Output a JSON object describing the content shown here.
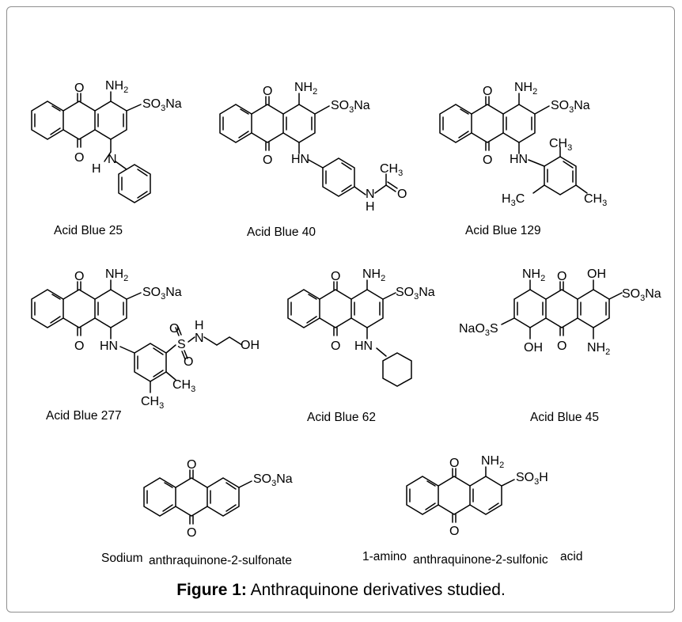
{
  "figure": {
    "caption_label": "Figure 1:",
    "caption_text": "Anthraquinone derivatives studied."
  },
  "compounds": [
    {
      "name": "Acid Blue 25",
      "atoms": {
        "o_top": "O",
        "o_bot": "O",
        "nh2": "NH2",
        "so3": "SO3Na",
        "h": "H",
        "n": "N"
      }
    },
    {
      "name": "Acid Blue 40",
      "atoms": {
        "o_top": "O",
        "o_bot": "O",
        "nh2": "NH2",
        "so3": "SO3Na",
        "hn": "HN",
        "ch3": "CH3",
        "nh": "N",
        "h": "H",
        "o": "O"
      }
    },
    {
      "name": "Acid Blue 129",
      "atoms": {
        "o_top": "O",
        "o_bot": "O",
        "nh2": "NH2",
        "so3": "SO3Na",
        "hn": "HN",
        "ch3_a": "CH3",
        "ch3_b": "H3C",
        "ch3_c": "CH3"
      }
    },
    {
      "name": "Acid Blue 277",
      "atoms": {
        "o_top": "O",
        "o_bot": "O",
        "nh2": "NH2",
        "so3": "SO3Na",
        "hn": "HN",
        "o1": "O",
        "s": "S",
        "o2": "O",
        "h": "H",
        "n": "N",
        "oh": "OH",
        "ch3_a": "CH3",
        "ch3_b": "CH3"
      }
    },
    {
      "name": "Acid Blue 62",
      "atoms": {
        "o_top": "O",
        "o_bot": "O",
        "nh2": "NH2",
        "so3": "SO3Na",
        "hn": "HN"
      }
    },
    {
      "name": "Acid Blue 45",
      "atoms": {
        "nh2_a": "NH2",
        "o_top": "O",
        "oh_a": "OH",
        "so3_a": "SO3Na",
        "so3_b": "NaO3S",
        "oh_b": "OH",
        "o_bot": "O",
        "nh2_b": "NH2"
      }
    },
    {
      "name_a": "Sodium",
      "name_b": "anthraquinone-2-sulfonate",
      "atoms": {
        "o_top": "O",
        "o_bot": "O",
        "so3": "SO3Na"
      }
    },
    {
      "name_a": "1-amino",
      "name_b": "anthraquinone-2-sulfonic",
      "name_c": "acid",
      "atoms": {
        "o_top": "O",
        "o_bot": "O",
        "nh2": "NH2",
        "so3": "SO3H"
      }
    }
  ]
}
